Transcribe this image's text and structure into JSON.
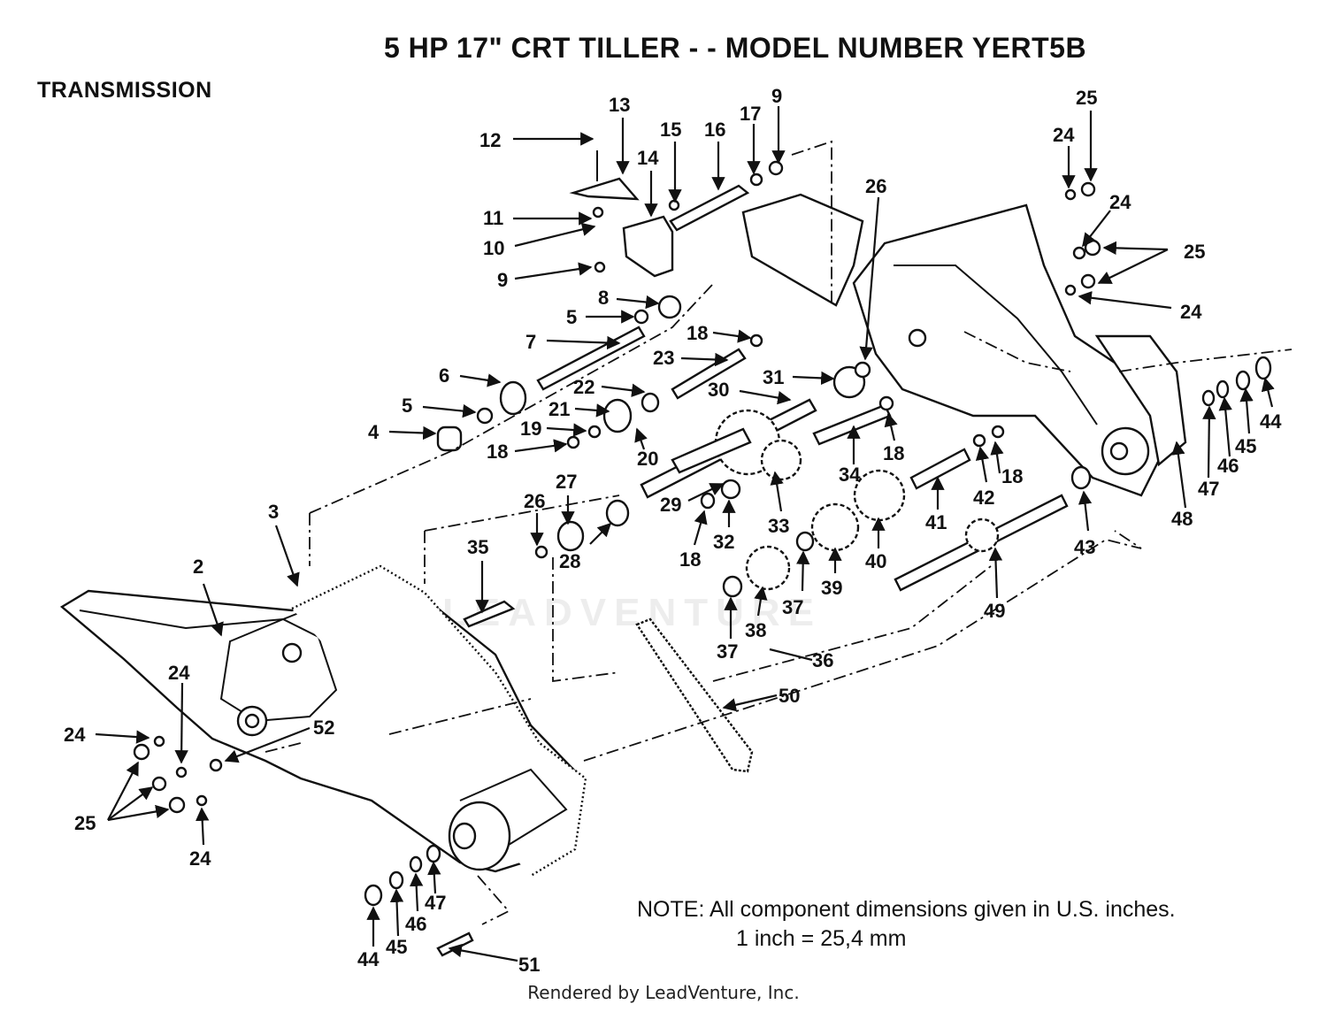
{
  "header": {
    "title": "5 HP  17\" CRT TILLER - - MODEL NUMBER YERT5B",
    "section": "TRANSMISSION"
  },
  "note": {
    "line1": "NOTE:  All component dimensions given in U.S. inches.",
    "line2": "1 inch = 25,4 mm"
  },
  "footer": "Rendered by LeadVenture, Inc.",
  "watermark": "LEADVENTURE",
  "callouts": {
    "c2": "2",
    "c3": "3",
    "c4": "4",
    "c5a": "5",
    "c5b": "5",
    "c6": "6",
    "c7": "7",
    "c8": "8",
    "c9a": "9",
    "c9b": "9",
    "c10": "10",
    "c11": "11",
    "c12": "12",
    "c13": "13",
    "c14": "14",
    "c15": "15",
    "c16": "16",
    "c17": "17",
    "c18a": "18",
    "c18b": "18",
    "c18c": "18",
    "c18d": "18",
    "c18e": "18",
    "c19": "19",
    "c20": "20",
    "c21": "21",
    "c22": "22",
    "c23": "23",
    "c24a": "24",
    "c24b": "24",
    "c24c": "24",
    "c24d": "24",
    "c24e": "24",
    "c24f": "24",
    "c25a": "25",
    "c25b": "25",
    "c25c": "25",
    "c26a": "26",
    "c26b": "26",
    "c27": "27",
    "c28": "28",
    "c29": "29",
    "c30": "30",
    "c31": "31",
    "c32": "32",
    "c33": "33",
    "c34": "34",
    "c35": "35",
    "c36": "36",
    "c37a": "37",
    "c37b": "37",
    "c38": "38",
    "c39": "39",
    "c40": "40",
    "c41": "41",
    "c42": "42",
    "c43": "43",
    "c44a": "44",
    "c44b": "44",
    "c45a": "45",
    "c45b": "45",
    "c46a": "46",
    "c46b": "46",
    "c47a": "47",
    "c47b": "47",
    "c48": "48",
    "c49": "49",
    "c50": "50",
    "c51": "51",
    "c52": "52"
  }
}
